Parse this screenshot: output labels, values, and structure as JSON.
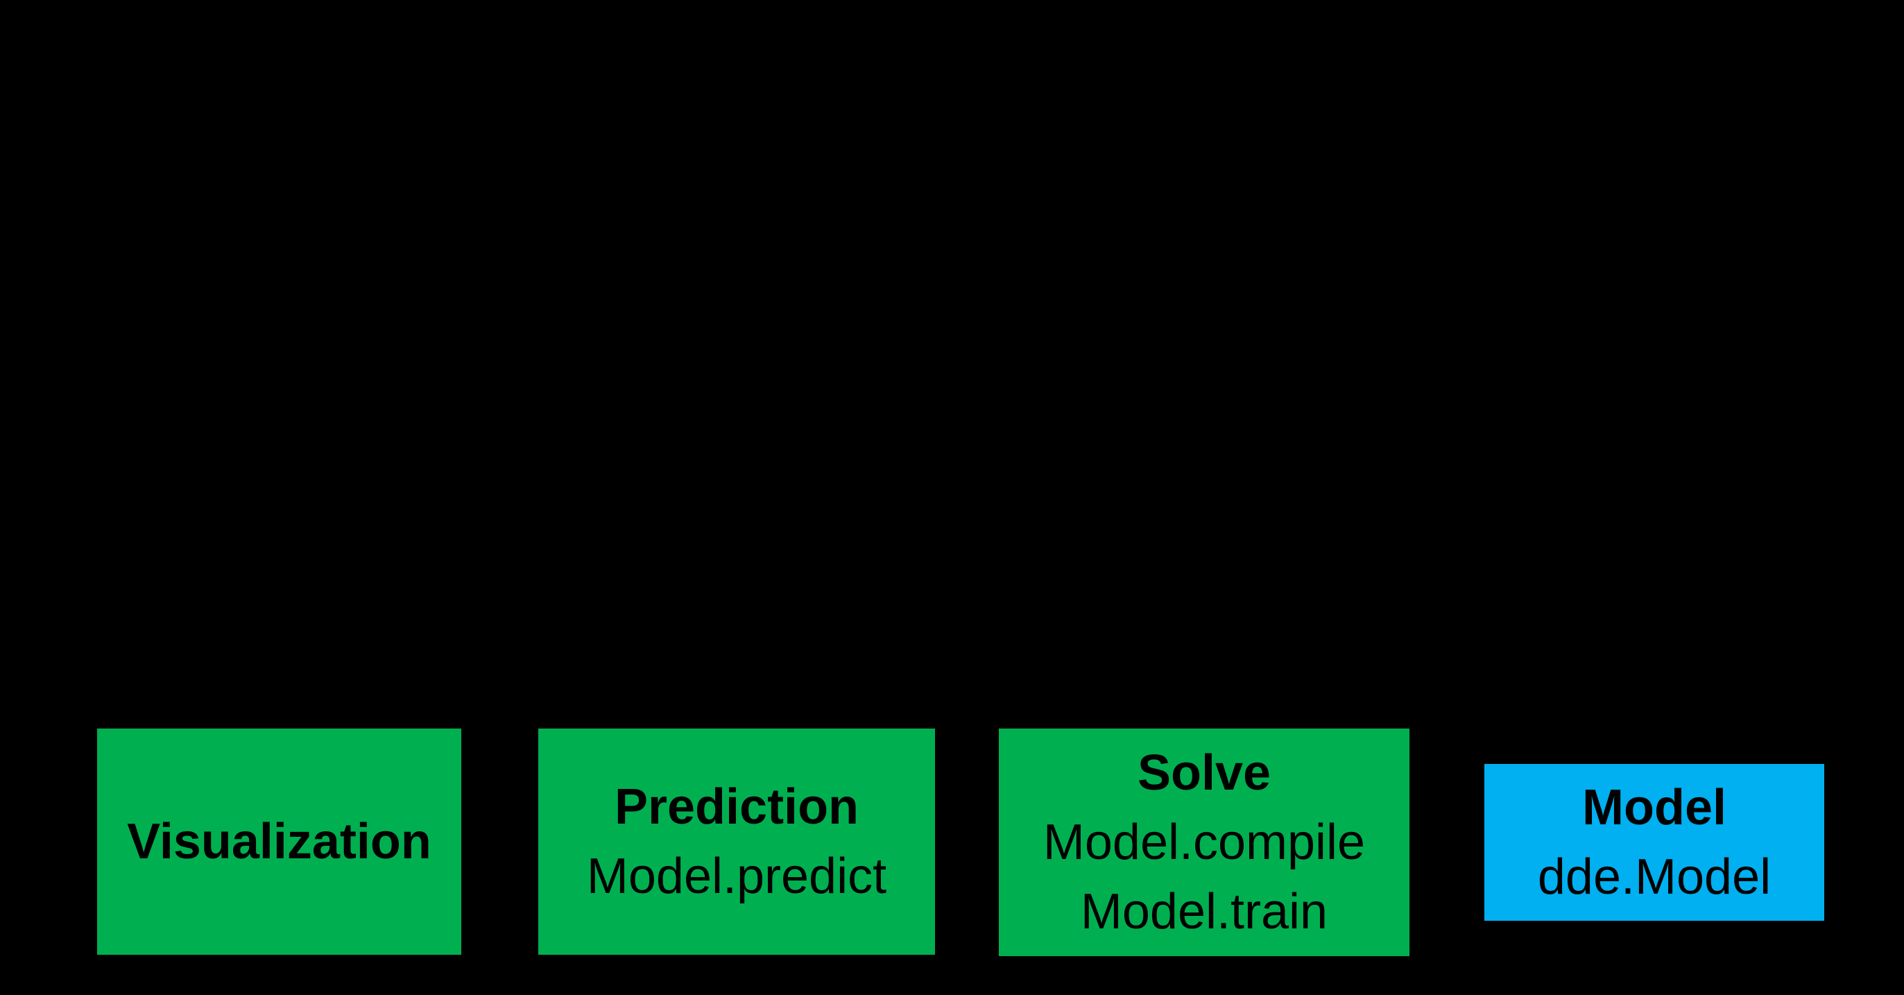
{
  "canvas": {
    "background_color": "#000000"
  },
  "colors": {
    "green_box": "#00B050",
    "blue_box": "#00B0F0",
    "text": "#000000"
  },
  "diagram": {
    "boxes": [
      {
        "title": "Visualization",
        "color": "#00B050"
      },
      {
        "title": "Prediction",
        "lines": [
          "Model.predict"
        ],
        "color": "#00B050"
      },
      {
        "title": "Solve",
        "lines": [
          "Model.compile",
          "Model.train"
        ],
        "color": "#00B050"
      },
      {
        "title": "Model",
        "lines": [
          "dde.Model"
        ],
        "color": "#00B0F0"
      }
    ]
  }
}
